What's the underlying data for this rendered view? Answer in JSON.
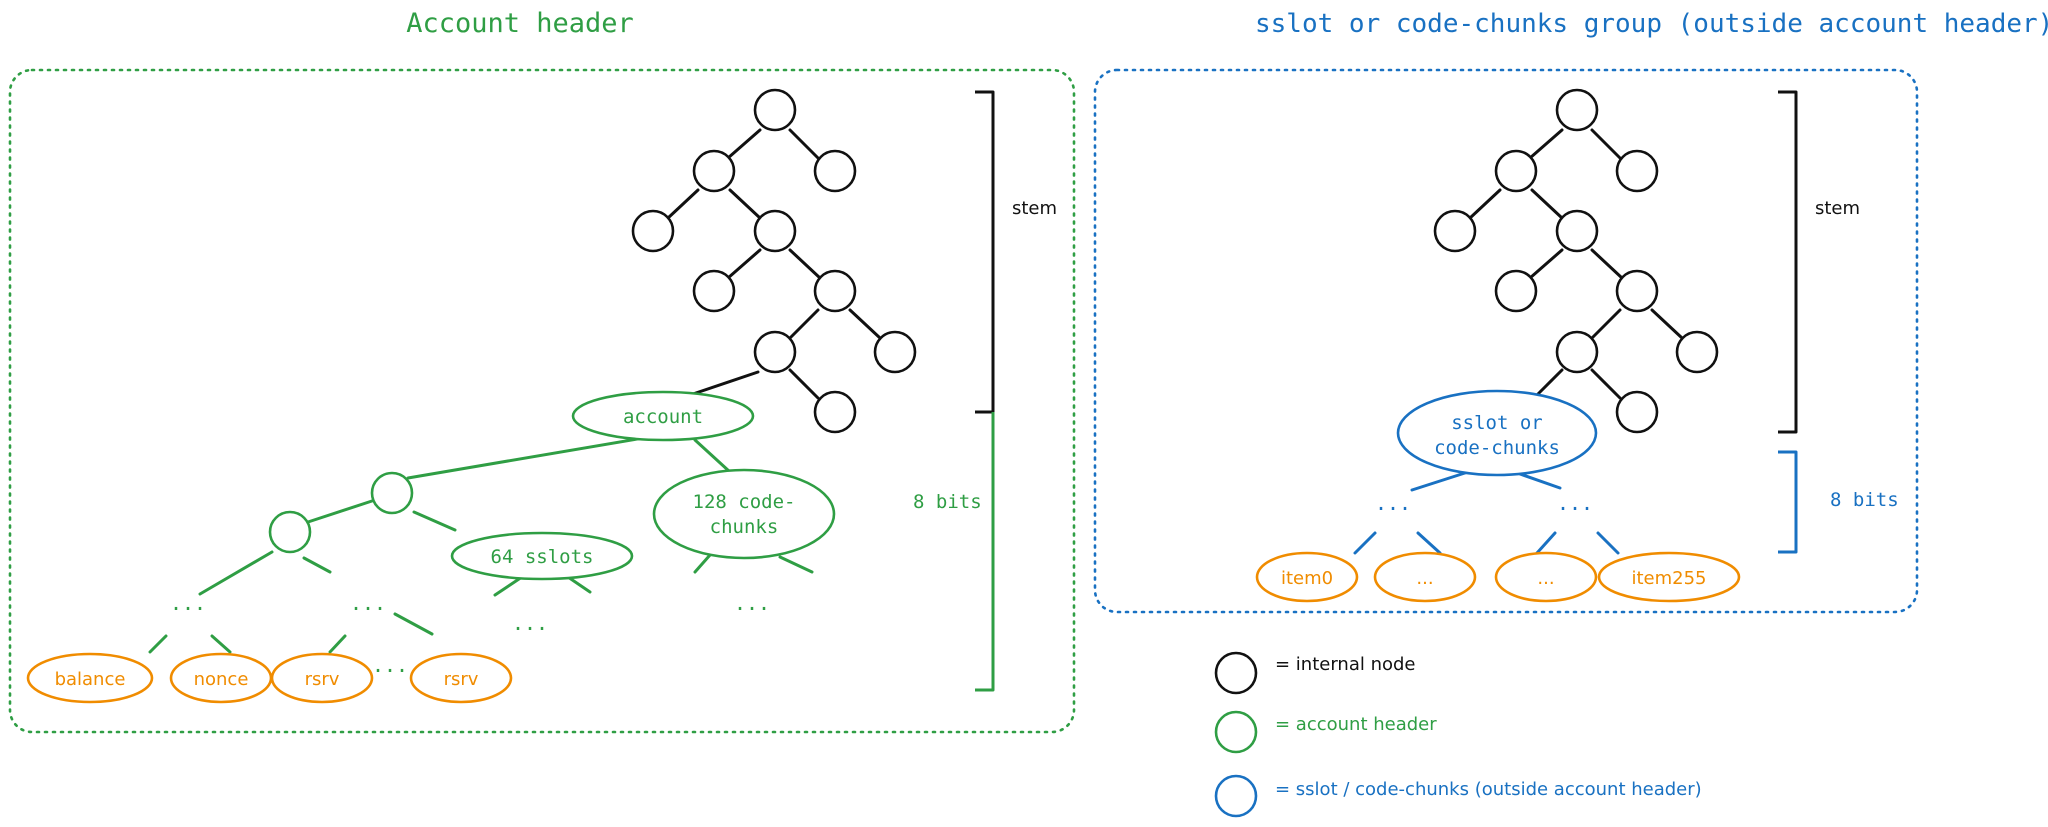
{
  "colors": {
    "black": "#111111",
    "green": "#2f9e44",
    "blue": "#1971c2",
    "orange": "#f08c00"
  },
  "left": {
    "title": "Account header",
    "account": "account",
    "code_chunks": [
      "128 code-",
      "chunks"
    ],
    "sslots": "64 sslots",
    "stem": "stem",
    "bits": "8 bits",
    "ellipsis": "...",
    "leaves": [
      "balance",
      "nonce",
      "rsrv",
      "rsrv"
    ]
  },
  "right": {
    "title": "sslot or code-chunks group (outside account header)",
    "group": [
      "sslot or",
      "code-chunks"
    ],
    "stem": "stem",
    "bits": "8 bits",
    "ellipsis": "...",
    "items": [
      "item0",
      "...",
      "...",
      "item255"
    ]
  },
  "legend": {
    "internal": "= internal node",
    "account": "= account header",
    "sslot": "= sslot / code-chunks (outside account header)"
  }
}
